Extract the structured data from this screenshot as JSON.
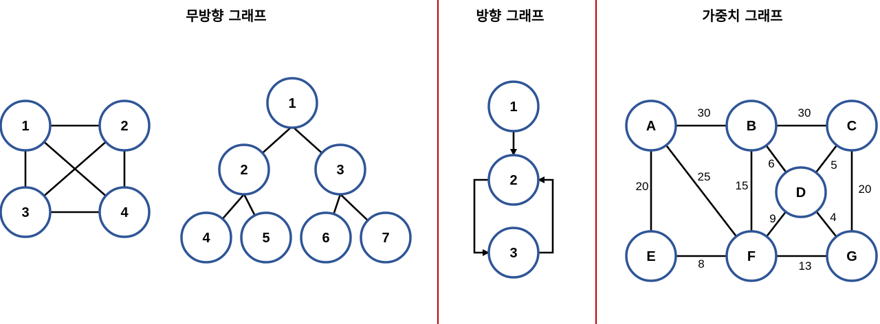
{
  "titles": {
    "undirected": "무방향 그래프",
    "directed": "방향 그래프",
    "weighted": "가중치 그래프"
  },
  "colors": {
    "node_stroke": "#2f5597",
    "divider": "#c00000",
    "edge": "#000000"
  },
  "undirected_complete": {
    "nodes": [
      "1",
      "2",
      "3",
      "4"
    ],
    "edges": [
      [
        "1",
        "2"
      ],
      [
        "1",
        "3"
      ],
      [
        "1",
        "4"
      ],
      [
        "2",
        "3"
      ],
      [
        "2",
        "4"
      ],
      [
        "3",
        "4"
      ]
    ]
  },
  "undirected_tree": {
    "nodes": [
      "1",
      "2",
      "3",
      "4",
      "5",
      "6",
      "7"
    ],
    "edges": [
      [
        "1",
        "2"
      ],
      [
        "1",
        "3"
      ],
      [
        "2",
        "4"
      ],
      [
        "2",
        "5"
      ],
      [
        "3",
        "6"
      ],
      [
        "3",
        "7"
      ]
    ]
  },
  "directed": {
    "nodes": [
      "1",
      "2",
      "3"
    ],
    "edges": [
      [
        "1",
        "2"
      ],
      [
        "2",
        "3"
      ],
      [
        "3",
        "2"
      ]
    ]
  },
  "weighted": {
    "nodes": [
      "A",
      "B",
      "C",
      "D",
      "E",
      "F",
      "G"
    ],
    "edges": [
      {
        "from": "A",
        "to": "B",
        "weight": "30"
      },
      {
        "from": "B",
        "to": "C",
        "weight": "30"
      },
      {
        "from": "A",
        "to": "E",
        "weight": "20"
      },
      {
        "from": "A",
        "to": "F",
        "weight": "25"
      },
      {
        "from": "B",
        "to": "F",
        "weight": "15"
      },
      {
        "from": "B",
        "to": "D",
        "weight": "6"
      },
      {
        "from": "C",
        "to": "D",
        "weight": "5"
      },
      {
        "from": "C",
        "to": "G",
        "weight": "20"
      },
      {
        "from": "D",
        "to": "F",
        "weight": "9"
      },
      {
        "from": "D",
        "to": "G",
        "weight": "4"
      },
      {
        "from": "E",
        "to": "F",
        "weight": "8"
      },
      {
        "from": "F",
        "to": "G",
        "weight": "13"
      }
    ]
  }
}
